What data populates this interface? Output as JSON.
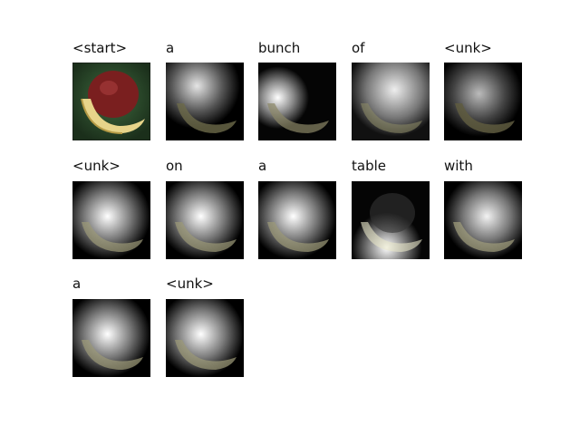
{
  "tokens": [
    "<start>",
    "a",
    "bunch",
    "of",
    "<unk>",
    "<unk>",
    "on",
    "a",
    "table",
    "with",
    "a",
    "<unk>"
  ],
  "colors": {
    "banana": "#e7d48a",
    "apple": "#7a1f1f",
    "background": "#2e5a2e",
    "attention_highlight": "#ffffff"
  }
}
